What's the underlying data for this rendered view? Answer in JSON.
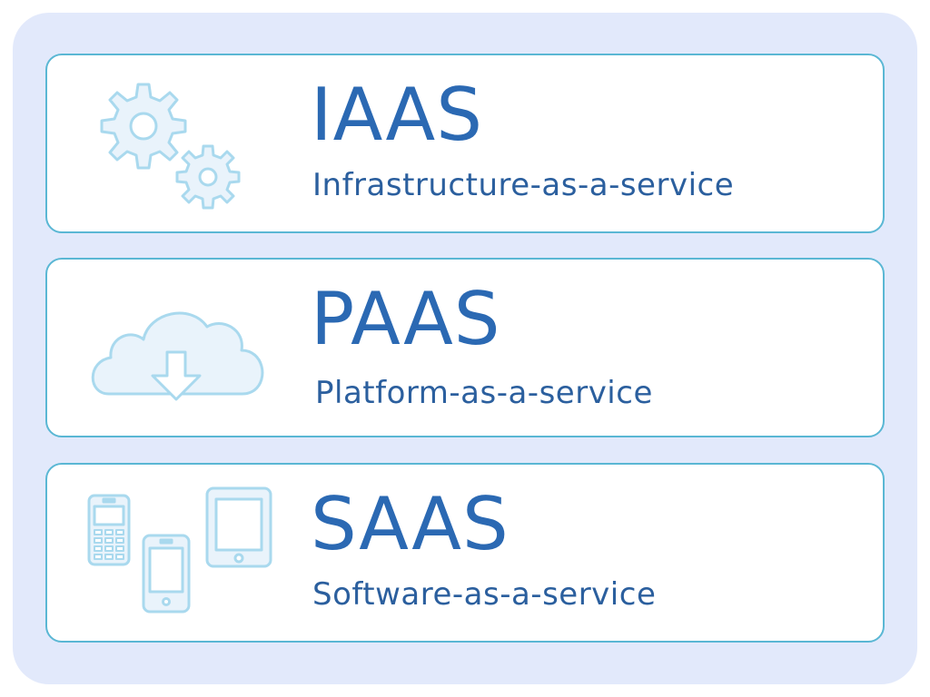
{
  "services": [
    {
      "acronym": "IAAS",
      "full_name": "Infrastructure-as-a-service",
      "icon": "gears-icon"
    },
    {
      "acronym": "PAAS",
      "full_name": "Platform-as-a-service",
      "icon": "cloud-download-icon"
    },
    {
      "acronym": "SAAS",
      "full_name": "Software-as-a-service",
      "icon": "devices-icon"
    }
  ],
  "colors": {
    "background": "#e2e9fb",
    "card_border": "#5ab7d4",
    "title": "#2b69b3",
    "icon_stroke": "#a9d9ee",
    "icon_fill": "#e9f3fb"
  }
}
